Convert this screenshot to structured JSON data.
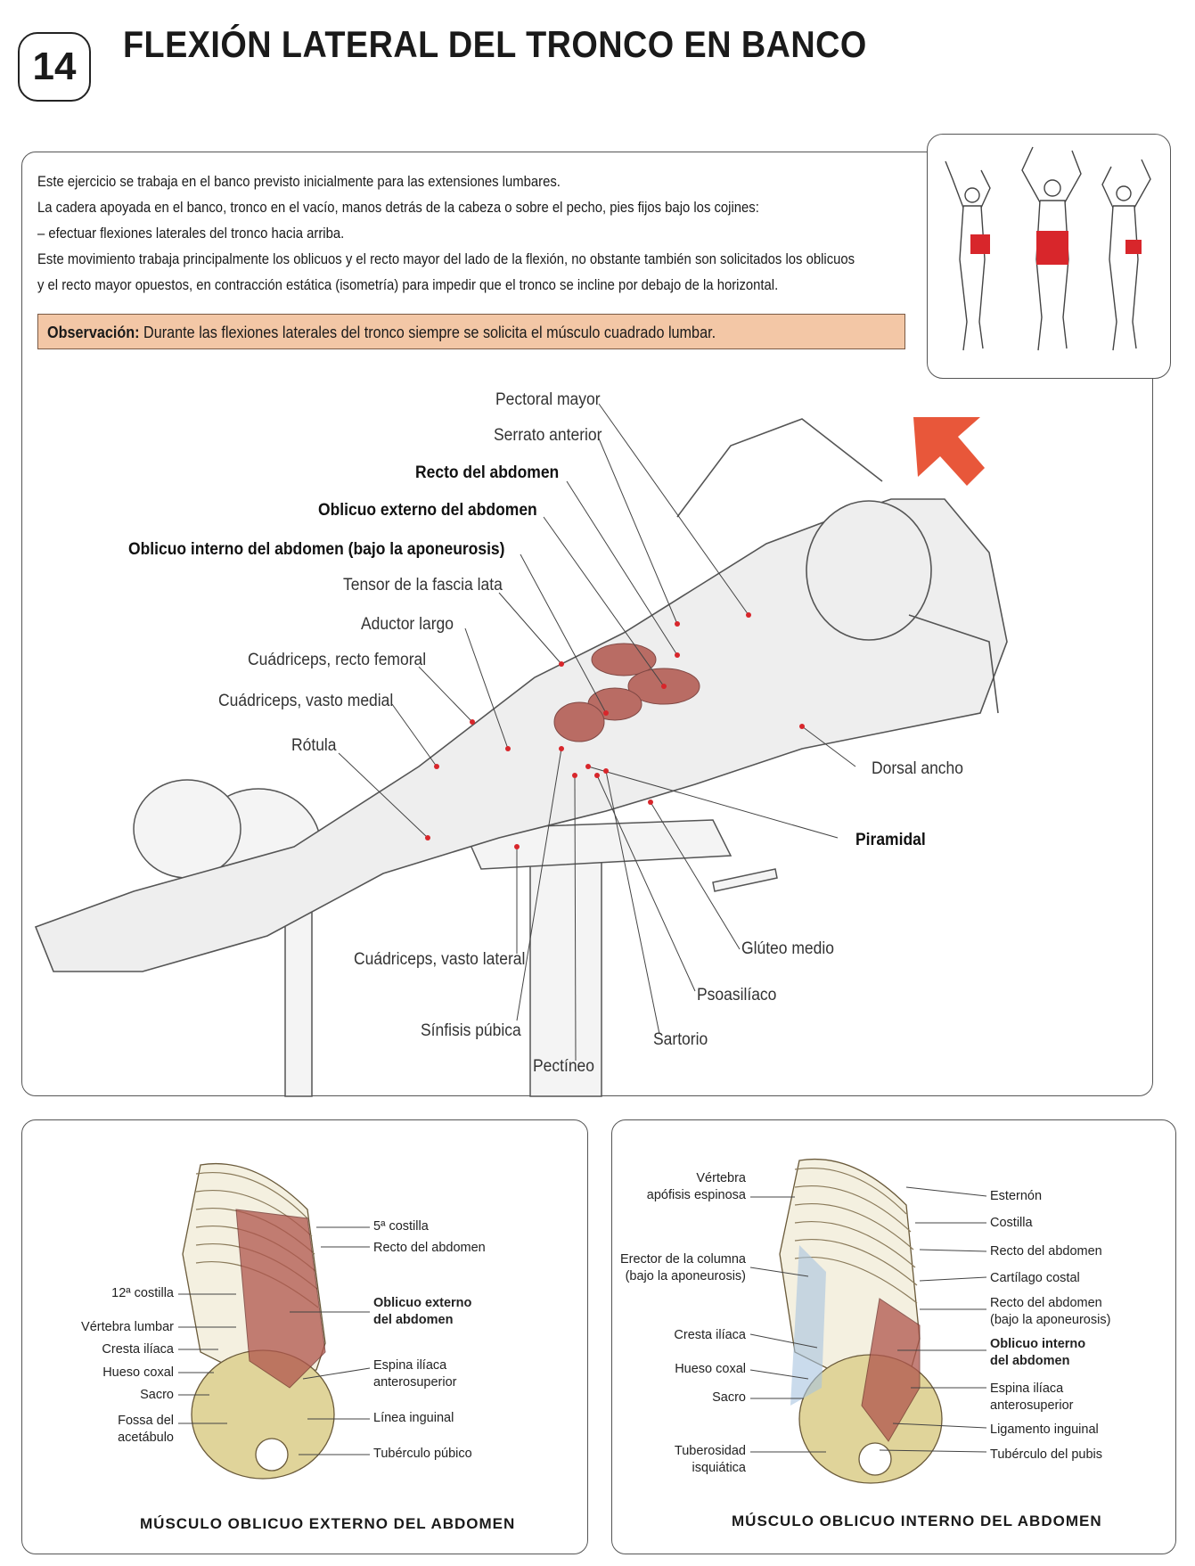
{
  "header": {
    "number": "14",
    "title": "FLEXIÓN LATERAL DEL TRONCO EN BANCO"
  },
  "intro": {
    "lines": [
      "Este ejercicio se trabaja en el banco previsto inicialmente para las extensiones lumbares.",
      "La cadera apoyada en el banco, tronco en el vacío, manos detrás de la cabeza o sobre el pecho, pies fijos bajo los cojines:",
      "– efectuar flexiones laterales del tronco hacia arriba.",
      "Este movimiento trabaja principalmente los oblicuos y el recto mayor del lado de la flexión, no obstante también son solicitados los oblicuos",
      "y el recto mayor opuestos, en contracción estática (isometría) para impedir que el tronco se incline por debajo de la horizontal."
    ]
  },
  "observation": {
    "label": "Observación:",
    "text": "Durante las flexiones laterales del tronco siempre se solicita el músculo cuadrado lumbar."
  },
  "main_labels": {
    "pectoral_mayor": "Pectoral mayor",
    "serrato_anterior": "Serrato anterior",
    "recto_abdomen": "Recto del abdomen",
    "oblicuo_externo": "Oblicuo externo del abdomen",
    "oblicuo_interno": "Oblicuo interno del abdomen (bajo la aponeurosis)",
    "tensor_fascia": "Tensor de la fascia lata",
    "aductor_largo": "Aductor largo",
    "cuadriceps_recto": "Cuádriceps, recto femoral",
    "cuadriceps_medial": "Cuádriceps, vasto medial",
    "rotula": "Rótula",
    "dorsal_ancho": "Dorsal ancho",
    "piramidal": "Piramidal",
    "gluteo_medio": "Glúteo medio",
    "cuadriceps_lateral": "Cuádriceps, vasto lateral",
    "psoasiliaco": "Psoasilíaco",
    "sinfisis": "Sínfisis púbica",
    "sartorio": "Sartorio",
    "pectineo": "Pectíneo"
  },
  "left_inset": {
    "caption": "MÚSCULO OBLICUO EXTERNO DEL ABDOMEN",
    "right_labels": {
      "costilla5": "5ª costilla",
      "recto": "Recto del abdomen",
      "oblicuo_ext_1": "Oblicuo externo",
      "oblicuo_ext_2": "del abdomen",
      "espina_1": "Espina ilíaca",
      "espina_2": "anterosuperior",
      "linea": "Línea inguinal",
      "tuberculo": "Tubérculo púbico"
    },
    "left_labels": {
      "costilla12": "12ª costilla",
      "vertebra": "Vértebra lumbar",
      "cresta": "Cresta ilíaca",
      "hueso": "Hueso coxal",
      "sacro": "Sacro",
      "fossa_1": "Fossa del",
      "fossa_2": "acetábulo"
    }
  },
  "right_inset": {
    "caption": "MÚSCULO OBLICUO INTERNO DEL ABDOMEN",
    "left_labels": {
      "vertebra_1": "Vértebra",
      "vertebra_2": "apófisis espinosa",
      "erector_1": "Erector de la columna",
      "erector_2": "(bajo la aponeurosis)",
      "cresta": "Cresta ilíaca",
      "hueso": "Hueso coxal",
      "sacro": "Sacro",
      "tuberosidad_1": "Tuberosidad",
      "tuberosidad_2": "isquiática"
    },
    "right_labels": {
      "esternon": "Esternón",
      "costilla": "Costilla",
      "recto": "Recto del abdomen",
      "cartilago": "Cartílago costal",
      "recto_apo_1": "Recto del abdomen",
      "recto_apo_2": "(bajo la aponeurosis)",
      "oblicuo_int_1": "Oblicuo interno",
      "oblicuo_int_2": "del abdomen",
      "espina_1": "Espina ilíaca",
      "espina_2": "anterosuperior",
      "ligamento": "Ligamento inguinal",
      "tuberculo": "Tubérculo del pubis"
    }
  },
  "colors": {
    "observation_bg": "#f3c7a6",
    "highlight_red": "#d8262b",
    "arrow": "#e8573a",
    "muscle_red": "#b0564d"
  }
}
